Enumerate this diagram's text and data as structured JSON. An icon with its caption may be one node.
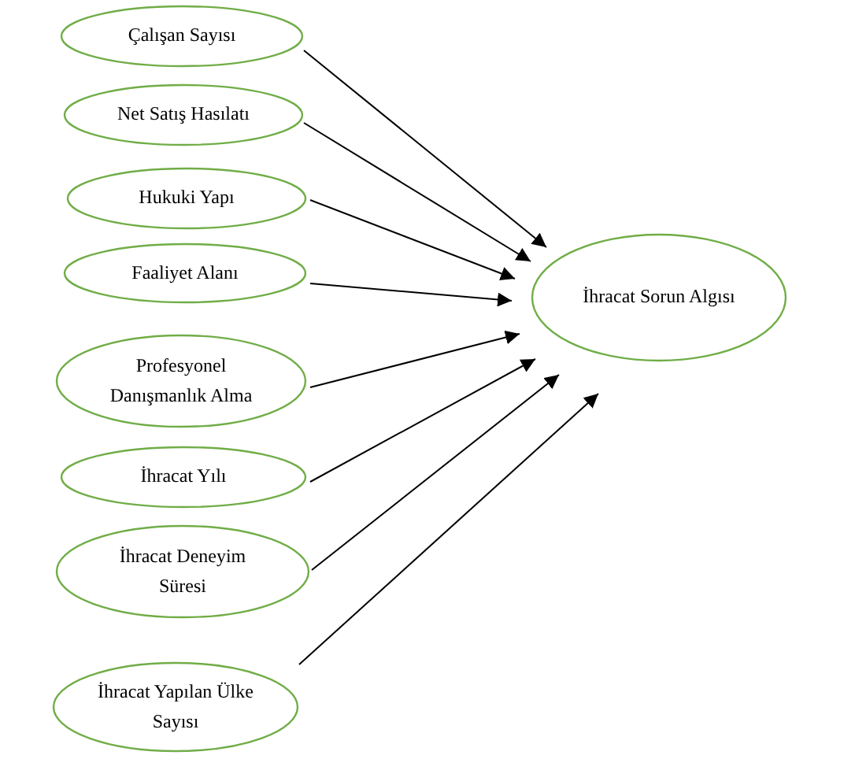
{
  "diagram": {
    "nodes": [
      {
        "text": [
          "Çalışan Sayısı"
        ]
      },
      {
        "text": [
          "Net Satış Hasılatı"
        ]
      },
      {
        "text": [
          "Hukuki Yapı"
        ]
      },
      {
        "text": [
          "Faaliyet Alanı"
        ]
      },
      {
        "text": [
          "Profesyonel Danışmanlık Alma"
        ]
      },
      {
        "text": [
          "İhracat Yılı"
        ]
      },
      {
        "text": [
          "İhracat Deneyim Süresi"
        ]
      },
      {
        "text": [
          "İhracat Yapılan Ülke Sayısı"
        ]
      },
      {
        "text": [
          "İhracat Sorun Algısı"
        ]
      }
    ],
    "edges": [
      {
        "from": 0,
        "to": 8,
        "arrow": "to"
      },
      {
        "from": 1,
        "to": 8,
        "arrow": "to"
      },
      {
        "from": 2,
        "to": 8,
        "arrow": "to"
      },
      {
        "from": 3,
        "to": 8,
        "arrow": "to"
      },
      {
        "from": 4,
        "to": 8,
        "arrow": "to"
      },
      {
        "from": 5,
        "to": 8,
        "arrow": "to"
      },
      {
        "from": 6,
        "to": 8,
        "arrow": "to"
      },
      {
        "from": 7,
        "to": 8,
        "arrow": "to"
      }
    ]
  }
}
